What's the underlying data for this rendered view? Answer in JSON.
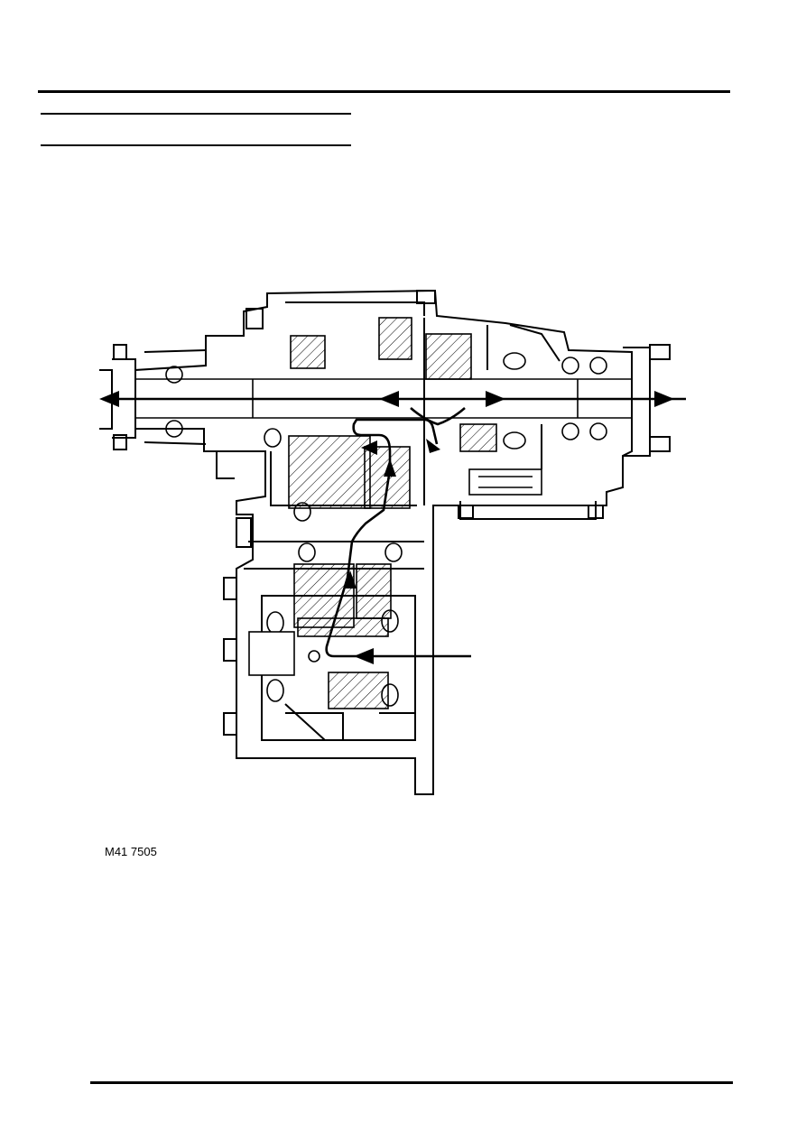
{
  "figure": {
    "caption": "M41 7505",
    "subject": "transfer-box-cross-section",
    "arrows": [
      "input-arrow",
      "upward-flow-arrow",
      "left-output-arrow",
      "right-output-arrow"
    ],
    "colors": {
      "ink": "#000000",
      "paper": "#ffffff"
    }
  }
}
